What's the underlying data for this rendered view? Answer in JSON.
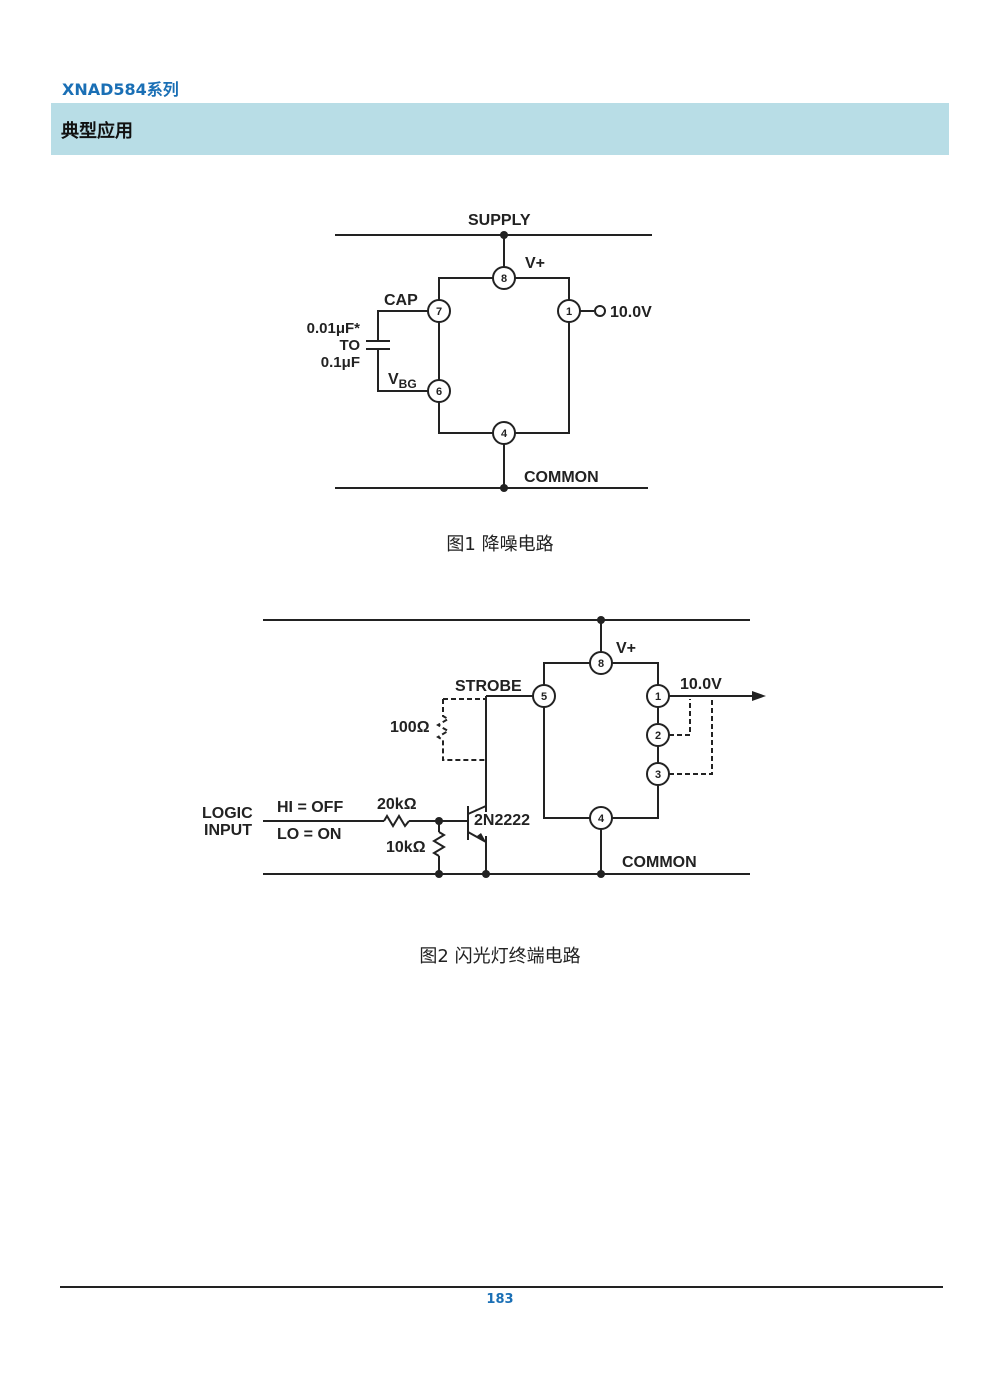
{
  "header": {
    "series_title": "XNAD584系列"
  },
  "section": {
    "title": "典型应用"
  },
  "figure1": {
    "caption": "图1  降噪电路",
    "labels": {
      "supply": "SUPPLY",
      "vplus": "V+",
      "cap": "CAP",
      "cap_value_1": "0.01μF*",
      "cap_value_2": "TO",
      "cap_value_3": "0.1μF",
      "vbg_main": "V",
      "vbg_sub": "BG",
      "output": "10.0V",
      "common": "COMMON"
    },
    "pins": [
      "8",
      "7",
      "1",
      "6",
      "4"
    ]
  },
  "figure2": {
    "caption": "图2  闪光灯终端电路",
    "labels": {
      "vplus": "V+",
      "strobe": "STROBE",
      "output": "10.0V",
      "r100": "100Ω",
      "logic_1": "LOGIC",
      "logic_2": "INPUT",
      "hi_off": "HI = OFF",
      "lo_on": "LO = ON",
      "r20k": "20kΩ",
      "r10k": "10kΩ",
      "transistor": "2N2222",
      "common": "COMMON"
    },
    "pins": [
      "8",
      "5",
      "1",
      "2",
      "3",
      "4"
    ]
  },
  "footer": {
    "page_number": "183"
  }
}
